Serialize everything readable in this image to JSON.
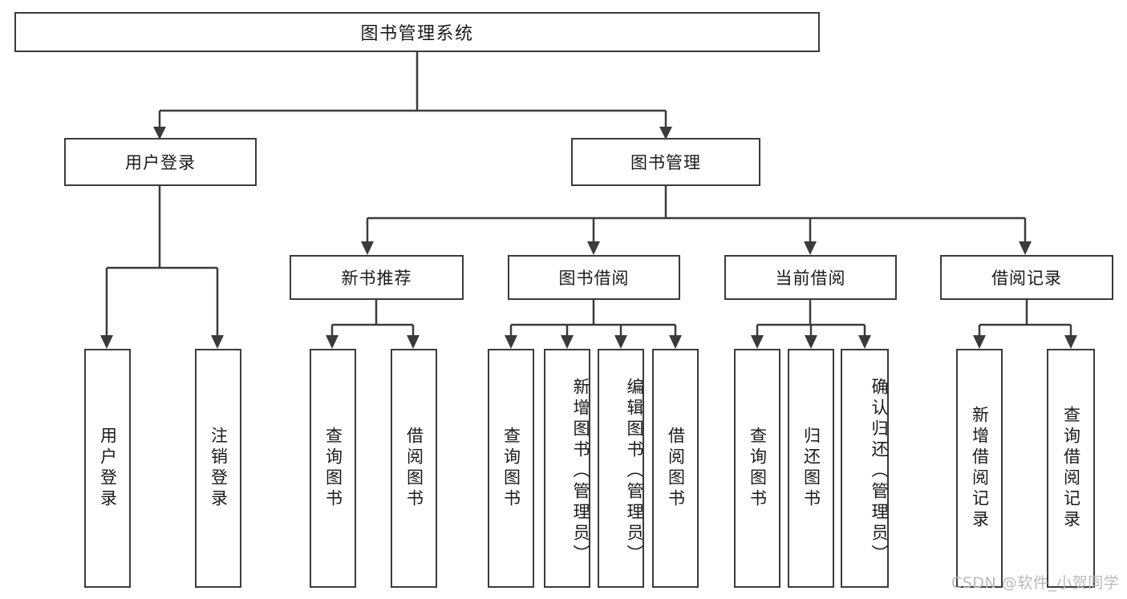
{
  "diagram": {
    "title": "图书管理系统",
    "root": {
      "label": "图书管理系统"
    },
    "level2": [
      {
        "label": "用户登录"
      },
      {
        "label": "图书管理"
      }
    ],
    "level3": [
      {
        "label": "新书推荐"
      },
      {
        "label": "图书借阅"
      },
      {
        "label": "当前借阅"
      },
      {
        "label": "借阅记录"
      }
    ],
    "leaves_user_login": [
      {
        "label": "用户登录"
      },
      {
        "label": "注销登录"
      }
    ],
    "leaves_new_book": [
      {
        "label": "查询图书"
      },
      {
        "label": "借阅图书"
      }
    ],
    "leaves_borrow": [
      {
        "label": "查询图书"
      },
      {
        "label": "新增图书（管理员）"
      },
      {
        "label": "编辑图书（管理员）"
      },
      {
        "label": "借阅图书"
      }
    ],
    "leaves_current": [
      {
        "label": "查询图书"
      },
      {
        "label": "归还图书"
      },
      {
        "label": "确认归还（管理员）"
      }
    ],
    "leaves_record": [
      {
        "label": "新增借阅记录"
      },
      {
        "label": "查询借阅记录"
      }
    ]
  },
  "watermark": {
    "text": "CSDN @软件_小贺同学"
  },
  "colors": {
    "stroke": "#3b3b3b",
    "text": "#1a1a1a",
    "background": "#ffffff",
    "watermark": "#b9b9b9"
  }
}
